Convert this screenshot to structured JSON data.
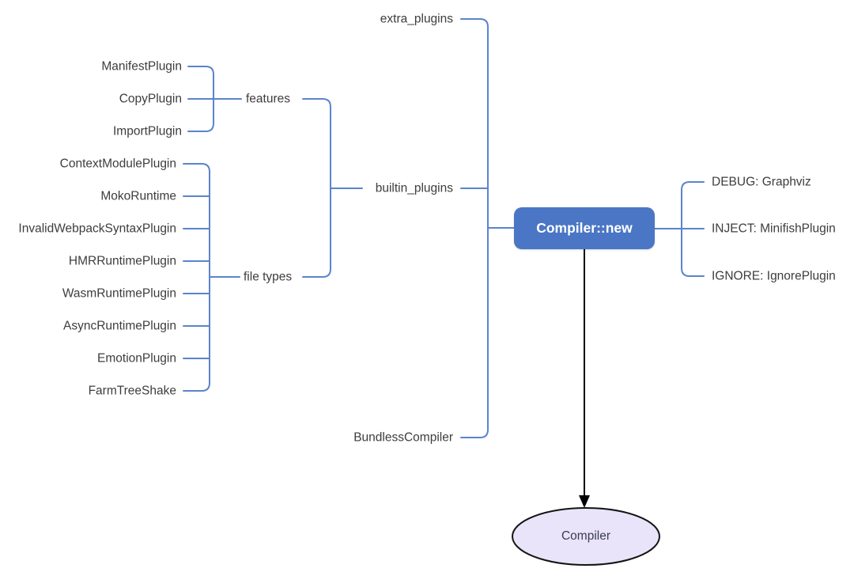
{
  "diagram": {
    "root": {
      "label": "Compiler::new"
    },
    "output": {
      "label": "Compiler"
    },
    "spine_children": {
      "extra_plugins": "extra_plugins",
      "builtin_plugins": "builtin_plugins",
      "bundless_compiler": "BundlessCompiler"
    },
    "features": {
      "label": "features",
      "children": [
        "ManifestPlugin",
        "CopyPlugin",
        "ImportPlugin"
      ]
    },
    "file_types": {
      "label": "file types",
      "children": [
        "ContextModulePlugin",
        "MokoRuntime",
        "InvalidWebpackSyntaxPlugin",
        "HMRRuntimePlugin",
        "WasmRuntimePlugin",
        "AsyncRuntimePlugin",
        "EmotionPlugin",
        "FarmTreeShake"
      ]
    },
    "right_children": [
      "DEBUG: Graphviz",
      "INJECT: MinifishPlugin",
      "IGNORE: IgnorePlugin"
    ],
    "colors": {
      "line": "#5b84cc",
      "root_fill": "#4a76c5",
      "root_text": "#ffffff",
      "label_text": "#3d3d3d",
      "ellipse_fill": "#e9e4f9",
      "ellipse_stroke": "#141414",
      "arrow": "#000000"
    }
  }
}
